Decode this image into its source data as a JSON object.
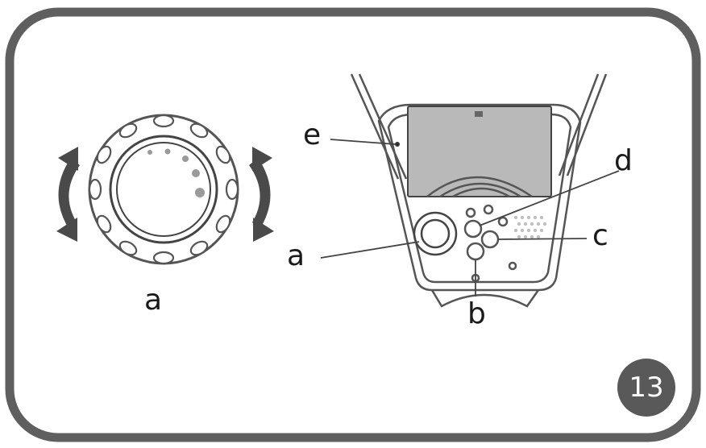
{
  "labels": {
    "knob_label": "a",
    "a": "a",
    "b": "b",
    "c": "c",
    "d": "d",
    "e": "e"
  },
  "step_number": "13",
  "colors": {
    "frame": "#5f5f5f",
    "badge": "#595959",
    "line": "#444444",
    "arrow": "#4a4a4a",
    "screen": "#b9b9b9"
  },
  "icons": {
    "rotate_left": "curved-arrow-icon",
    "rotate_right": "curved-arrow-icon"
  }
}
